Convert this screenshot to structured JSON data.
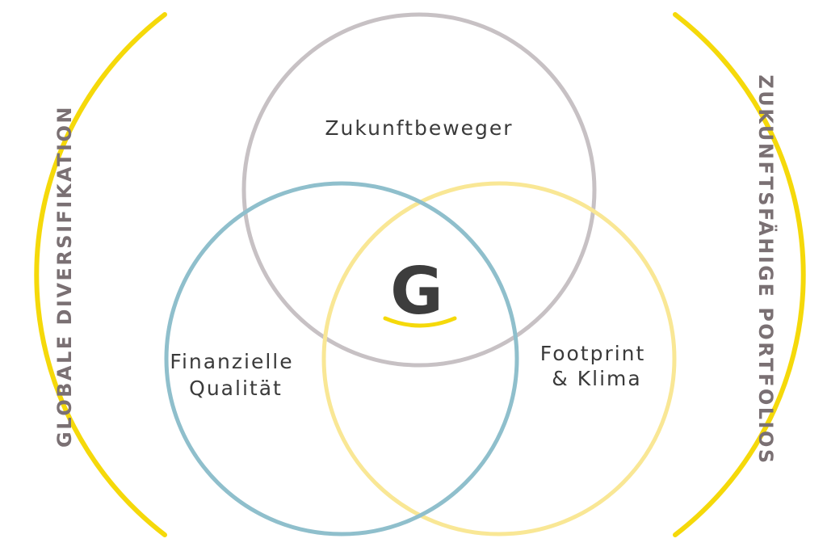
{
  "diagram": {
    "circles": [
      {
        "id": "top",
        "label": "Zukunftbeweger",
        "color": "#c7c1c4"
      },
      {
        "id": "left",
        "label_line1": "Finanzielle",
        "label_line2": "Qualität",
        "color": "#8fbfcc"
      },
      {
        "id": "right",
        "label_line1": "Footprint",
        "label_line2": "& Klima",
        "color": "#f9e795"
      }
    ],
    "center_logo": {
      "letter": "G",
      "letter_color": "#3d3d3d",
      "smile_color": "#f5d90a"
    },
    "left_side_label": "GLOBALE DIVERSIFIKATION",
    "right_side_label": "ZUKUNFTSFÄHIGE PORTFOLIOS",
    "bracket_color": "#f5d90a",
    "side_text_color": "#7a7073"
  }
}
